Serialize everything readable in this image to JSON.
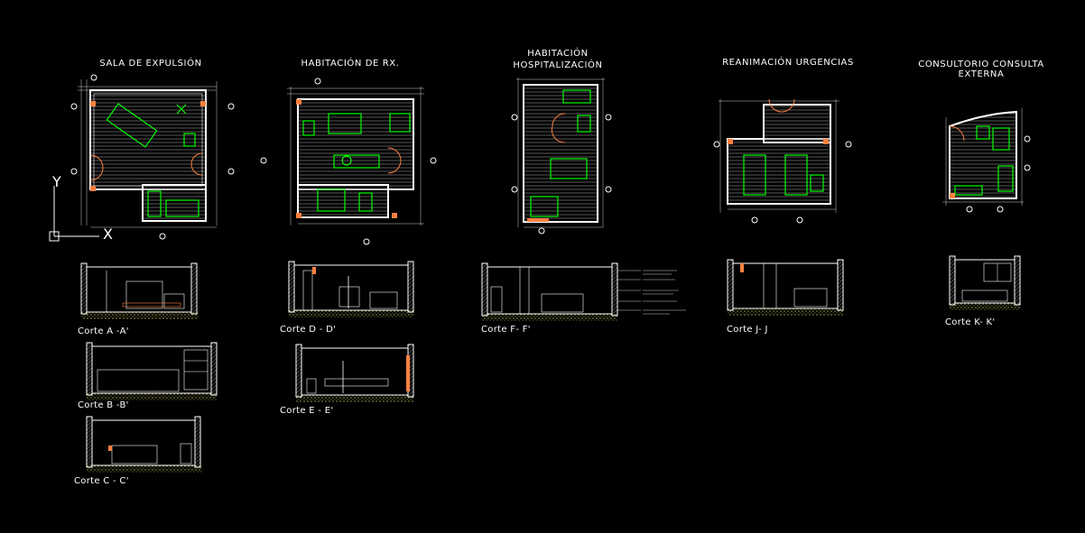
{
  "titles": {
    "sala": "SALA DE EXPULSIÓN",
    "rx": "HABITACIÓN DE RX.",
    "hosp_1": "HABITACIÓN",
    "hosp_2": "HOSPITALIZACIÓN",
    "reanimacion": "REANIMACIÓN URGENCIAS",
    "consultorio_1": "CONSULTORIO CONSULTA",
    "consultorio_2": "EXTERNA"
  },
  "sections": {
    "a": "Corte A -A'",
    "b": "Corte B -B'",
    "c": "Corte C - C'",
    "d": "Corte D - D'",
    "e": "Corte E - E'",
    "f": "Corte F- F'",
    "j": "Corte J- J",
    "k": "Corte K- K'"
  },
  "ucs": {
    "y": "Y",
    "x": "X"
  },
  "colors": {
    "background": "#000000",
    "walls": "#ffffff",
    "furniture": "#00ff00",
    "doors": "#ff8040",
    "hatch": "#8c8c8c",
    "ground": "#c8c864"
  }
}
